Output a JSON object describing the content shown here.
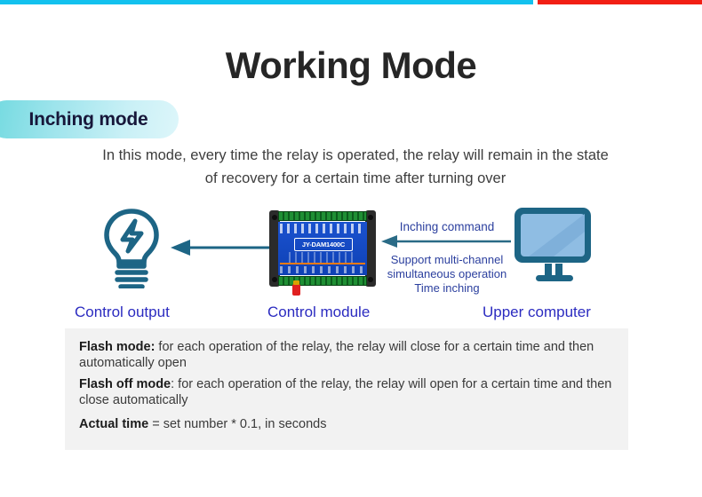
{
  "top_bar": {
    "cyan_color": "#13c1ee",
    "red_color": "#f21f14"
  },
  "header": {
    "title": "Working Mode"
  },
  "badge": {
    "label": "Inching mode",
    "gradient_from": "#6fd9df",
    "gradient_to": "#ddf6fa",
    "text_color": "#17173a"
  },
  "description": {
    "text": "In this mode, every time the relay is operated, the relay will remain in the state of recovery for a certain time after turning over"
  },
  "diagram": {
    "output": {
      "icon": "lightbulb-icon",
      "caption": "Control output",
      "color": "#1d6585"
    },
    "module": {
      "icon": "relay-module-icon",
      "model": "JY-DAM1400C",
      "caption": "Control module"
    },
    "computer": {
      "icon": "monitor-icon",
      "caption": "Upper computer",
      "color": "#1d6585"
    },
    "command": {
      "title": "Inching command",
      "arrow": "arrow-left-icon",
      "lines": [
        "Support multi-channel",
        "simultaneous operation",
        "Time inching"
      ],
      "text_color": "#2b3f9e"
    },
    "output_arrow": {
      "icon": "arrow-left-icon",
      "color": "#1d6585"
    },
    "caption_color": "#2b2bc0"
  },
  "notes": {
    "background": "#f2f2f2",
    "items": [
      {
        "term": "Flash mode:",
        "body": " for each operation of the relay, the relay will close for a certain time and then automatically open"
      },
      {
        "term": "Flash off mode",
        "body": ": for each operation of the relay, the relay will open for a certain time and then close automatically"
      },
      {
        "term": "Actual time",
        "body": " = set number * 0.1, in seconds"
      }
    ]
  }
}
